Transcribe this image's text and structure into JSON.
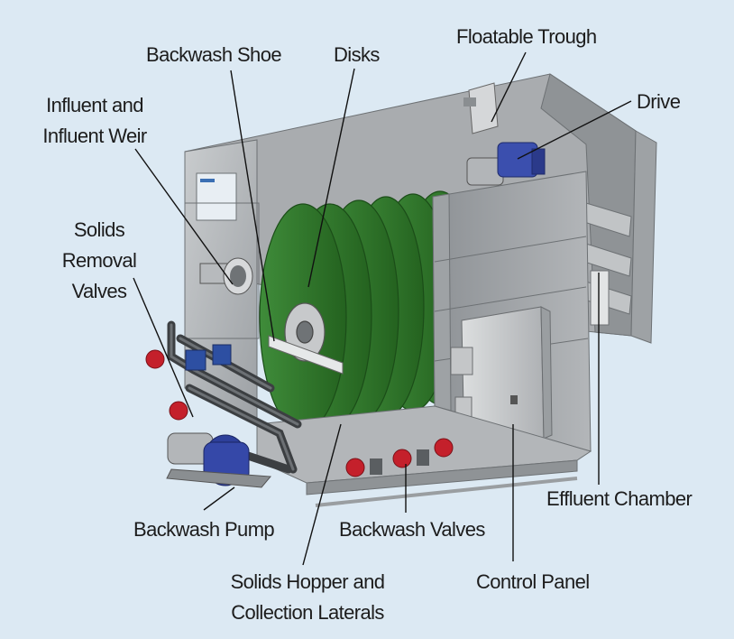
{
  "labels": {
    "floatable_trough": "Floatable Trough",
    "backwash_shoe": "Backwash Shoe",
    "disks": "Disks",
    "drive": "Drive",
    "influent_line1": "Influent and",
    "influent_line2": "Influent Weir",
    "solids_removal_line1": "Solids",
    "solids_removal_line2": "Removal",
    "solids_removal_line3": "Valves",
    "effluent_chamber": "Effluent Chamber",
    "backwash_pump": "Backwash Pump",
    "backwash_valves": "Backwash Valves",
    "solids_hopper_line1": "Solids Hopper and",
    "solids_hopper_line2": "Collection Laterals",
    "control_panel": "Control Panel"
  },
  "colors": {
    "background": "#dce9f3",
    "tank_steel": "#b9bcbf",
    "disk_green": "#2f7a2e",
    "pump_blue": "#2d3f9a",
    "valve_red": "#c4202b",
    "control_panel": "#c9cbcd",
    "leader_line": "#111111"
  }
}
